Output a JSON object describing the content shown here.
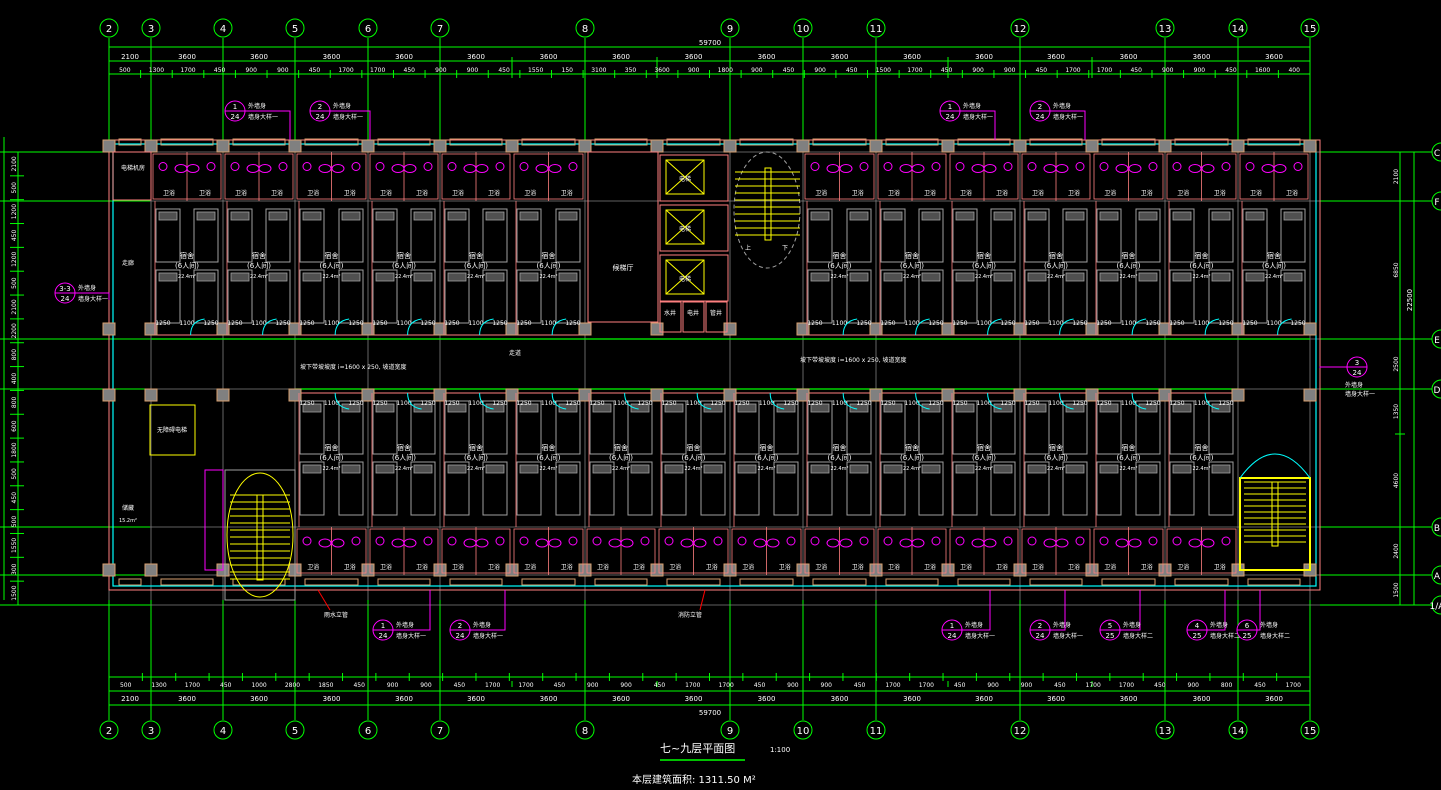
{
  "drawing": {
    "title": "七~九层平面图",
    "scale": "1:100",
    "area_label": "本层建筑面积: 1311.50 M²"
  },
  "axes_x": [
    "2",
    "3",
    "4",
    "5",
    "6",
    "7",
    "8",
    "9",
    "10",
    "11",
    "12",
    "13",
    "14",
    "15"
  ],
  "axes_y": [
    "C",
    "F",
    "E",
    "D",
    "B",
    "A",
    "1/A"
  ],
  "dims_top": {
    "total": "59700",
    "bays": [
      "2100",
      "3600",
      "3600",
      "3600",
      "3600",
      "3600",
      "3600",
      "3600",
      "3600",
      "3600",
      "3600",
      "3600",
      "3600",
      "3600",
      "3600",
      "3600",
      "3600"
    ],
    "detail": [
      "500",
      "1300",
      "1700",
      "450",
      "900",
      "900",
      "450",
      "1700",
      "1700",
      "450",
      "900",
      "900",
      "450",
      "1550",
      "150",
      "3100",
      "350",
      "3600",
      "900",
      "1800",
      "900",
      "450",
      "900",
      "450",
      "1500",
      "1700",
      "450",
      "900",
      "900",
      "450",
      "1700",
      "1700",
      "450",
      "900",
      "900",
      "450",
      "1600",
      "400"
    ]
  },
  "dims_bottom": {
    "total": "59700",
    "bays": [
      "2100",
      "3600",
      "3600",
      "3600",
      "3600",
      "3600",
      "3600",
      "3600",
      "3600",
      "3600",
      "3600",
      "3600",
      "3600",
      "3600",
      "3600",
      "3600",
      "3600"
    ],
    "detail": [
      "500",
      "1300",
      "1700",
      "450",
      "1000",
      "2800",
      "1850",
      "450",
      "900",
      "900",
      "450",
      "1700",
      "1700",
      "450",
      "900",
      "900",
      "450",
      "1700",
      "1700",
      "450",
      "900",
      "900",
      "450",
      "1700",
      "1700",
      "450",
      "900",
      "900",
      "450",
      "1700",
      "1700",
      "450",
      "900",
      "800",
      "450",
      "1700"
    ]
  },
  "dims_right": [
    "2100",
    "6850",
    "2500",
    "1350",
    "4600",
    "2400",
    "1500"
  ],
  "dims_right_total": "22500",
  "dims_left": [
    "2100",
    "500",
    "1200",
    "450",
    "1200",
    "500",
    "2100",
    "2200",
    "800",
    "400",
    "800",
    "600",
    "1800",
    "500",
    "450",
    "500",
    "1550",
    "300",
    "1500"
  ],
  "room": {
    "name": "宿舍",
    "type": "(6人间)",
    "area": "22.4m²",
    "dims": [
      "1250",
      "1100",
      "1250"
    ],
    "bath": "卫浴"
  },
  "core": {
    "elevator": "电梯",
    "lobby": "候梯厅",
    "shaft1": "水井",
    "shaft2": "电井",
    "shaft3": "管井",
    "corridor": "走道",
    "stair_up": "上",
    "stair_down": "下"
  },
  "left_rooms": {
    "top": "电梯机房",
    "mid": "走廊",
    "bottom": "储藏",
    "bottom_area": "15.2m²",
    "elevator_room": "无障碍电梯"
  },
  "notes": {
    "slope": "坡下带坡坡度 i=1600 x 250, 坡道宽度",
    "pipe_left": "雨水立管",
    "pipe_right": "消防立管"
  },
  "callouts": [
    {
      "num": "1",
      "sheet": "24",
      "t1": "外墙身",
      "t2": "墙身大样一"
    },
    {
      "num": "2",
      "sheet": "24",
      "t1": "外墙身",
      "t2": "墙身大样一"
    },
    {
      "num": "1",
      "sheet": "24",
      "t1": "外墙身",
      "t2": "墙身大样一"
    },
    {
      "num": "2",
      "sheet": "24",
      "t1": "外墙身",
      "t2": "墙身大样一"
    },
    {
      "num": "3-3",
      "sheet": "24",
      "t1": "外墙身",
      "t2": "墙身大样一"
    },
    {
      "num": "3",
      "sheet": "24",
      "t1": "外墙身",
      "t2": "墙身大样一"
    },
    {
      "num": "1",
      "sheet": "24",
      "t1": "外墙身",
      "t2": "墙身大样一"
    },
    {
      "num": "2",
      "sheet": "24",
      "t1": "外墙身",
      "t2": "墙身大样一"
    },
    {
      "num": "1",
      "sheet": "24",
      "t1": "外墙身",
      "t2": "墙身大样一"
    },
    {
      "num": "2",
      "sheet": "24",
      "t1": "外墙身",
      "t2": "墙身大样一"
    },
    {
      "num": "5",
      "sheet": "25",
      "t1": "外墙身",
      "t2": "墙身大样二"
    },
    {
      "num": "4",
      "sheet": "25",
      "t1": "外墙身",
      "t2": "墙身大样二"
    },
    {
      "num": "6",
      "sheet": "25",
      "t1": "外墙身",
      "t2": "墙身大样二"
    }
  ],
  "colors": {
    "grid": "#00ff00",
    "axis_line": "#808080",
    "wall": "#ff8080",
    "column": "#d8a070",
    "window": "#00ffff",
    "stair": "#ffff00",
    "callout": "#ff00ff",
    "text": "#ffffff",
    "furniture": "#c0c0c0"
  }
}
